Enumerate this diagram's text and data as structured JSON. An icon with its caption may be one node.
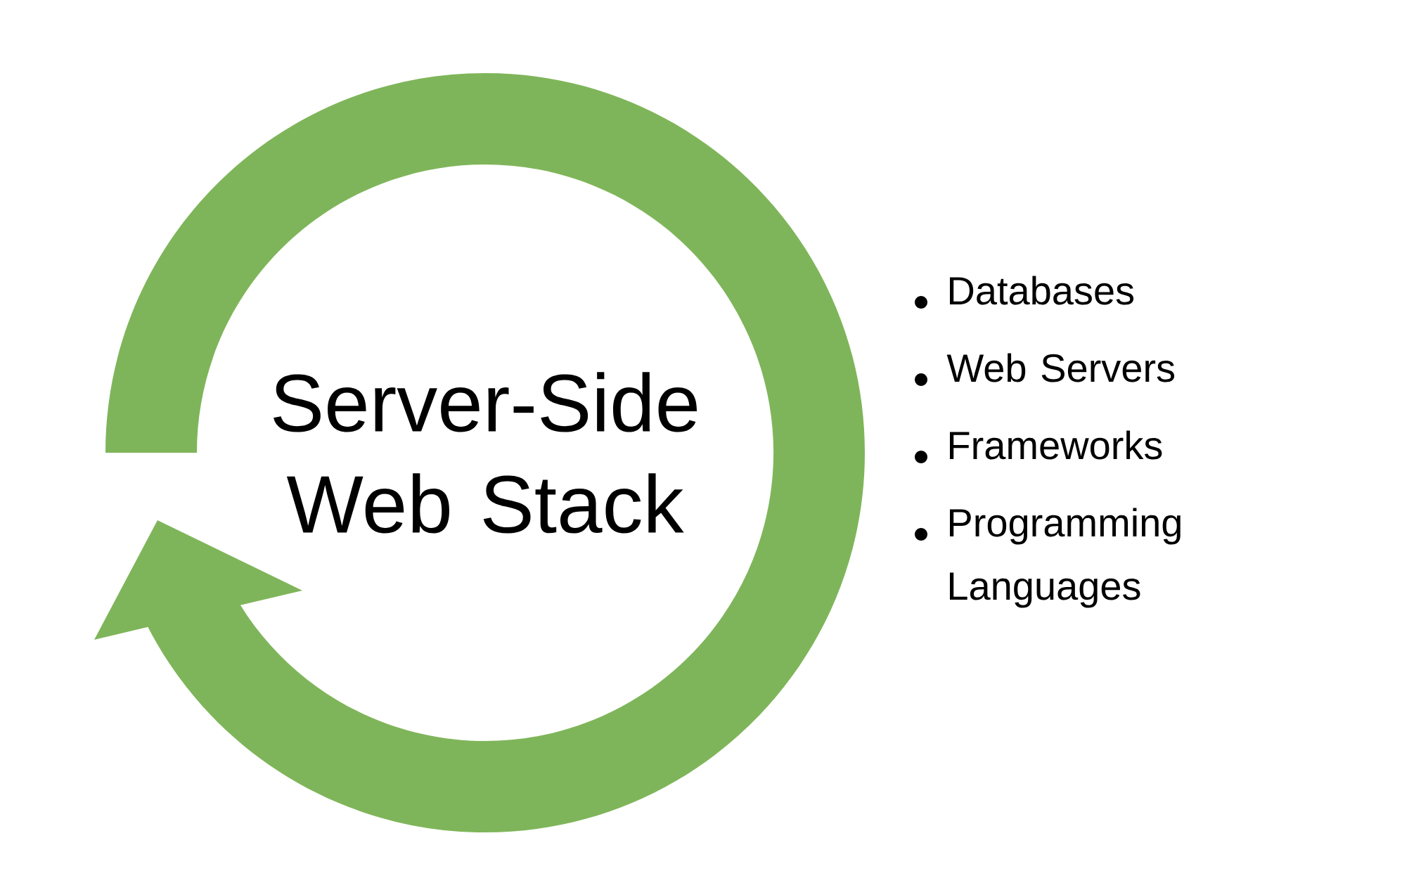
{
  "diagram": {
    "nodes": [
      {
        "text": [
          "Server-Side Web Stack"
        ]
      }
    ],
    "labels": [
      "Databases",
      "Web Servers",
      "Frameworks",
      "Programming Languages"
    ]
  }
}
